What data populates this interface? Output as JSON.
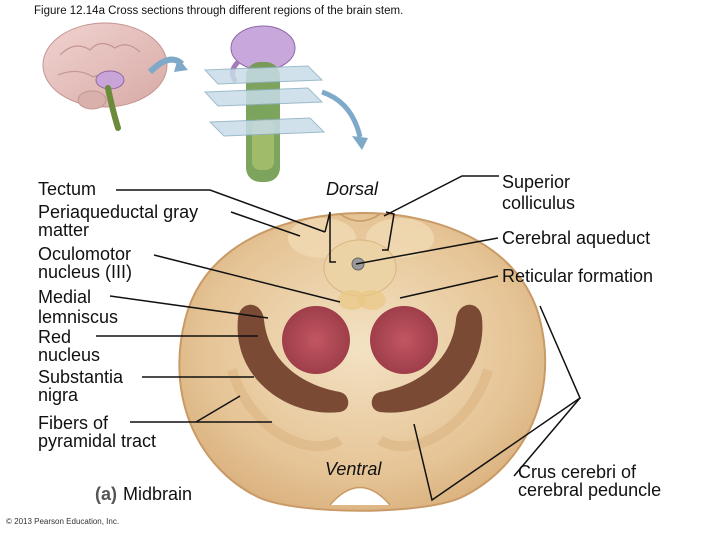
{
  "figure": {
    "title": "Figure 12.14a Cross sections through different regions of the brain stem.",
    "panel_letter": "(a)",
    "panel_name": "Midbrain",
    "copyright": "© 2013 Pearson Education, Inc."
  },
  "orientation": {
    "dorsal": "Dorsal",
    "ventral": "Ventral"
  },
  "left_labels": {
    "tectum": "Tectum",
    "periaqueductal_1": "Periaqueductal gray",
    "periaqueductal_2": "matter",
    "oculomotor_1": "Oculomotor",
    "oculomotor_2": "nucleus (III)",
    "medial_1": "Medial",
    "medial_2": "lemniscus",
    "red_1": "Red",
    "red_2": "nucleus",
    "substantia_1": "Substantia",
    "substantia_2": "nigra",
    "fibers_1": "Fibers of",
    "fibers_2": "pyramidal tract"
  },
  "right_labels": {
    "superior_1": "Superior",
    "superior_2": "colliculus",
    "aqueduct": "Cerebral aqueduct",
    "reticular": "Reticular formation",
    "crus_1": "Crus cerebri of",
    "crus_2": "cerebral peduncle"
  },
  "colors": {
    "tissue": "#e8c99a",
    "tissue_light": "#f2dfbf",
    "red_nucleus": "#b04a55",
    "substantia_nigra": "#7a4a35",
    "brain_pink": "#e9c6c4",
    "plane": "#c8dce8"
  }
}
